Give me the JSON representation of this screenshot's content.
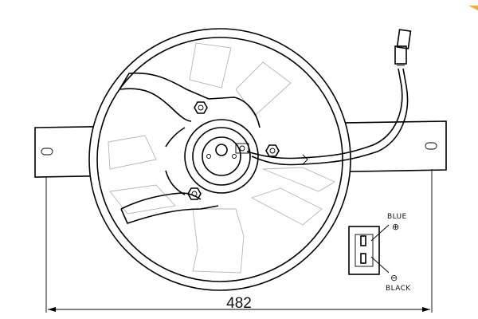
{
  "dimension": {
    "width_label": "482"
  },
  "connector": {
    "pin_top_label": "BLUE",
    "pin_top_symbol": "⊕",
    "pin_bottom_label": "BLACK",
    "pin_bottom_symbol": "⊖"
  },
  "colors": {
    "line": "#000000",
    "ghost": "#b5b5b5",
    "corner_mark": "#f2a93b"
  }
}
